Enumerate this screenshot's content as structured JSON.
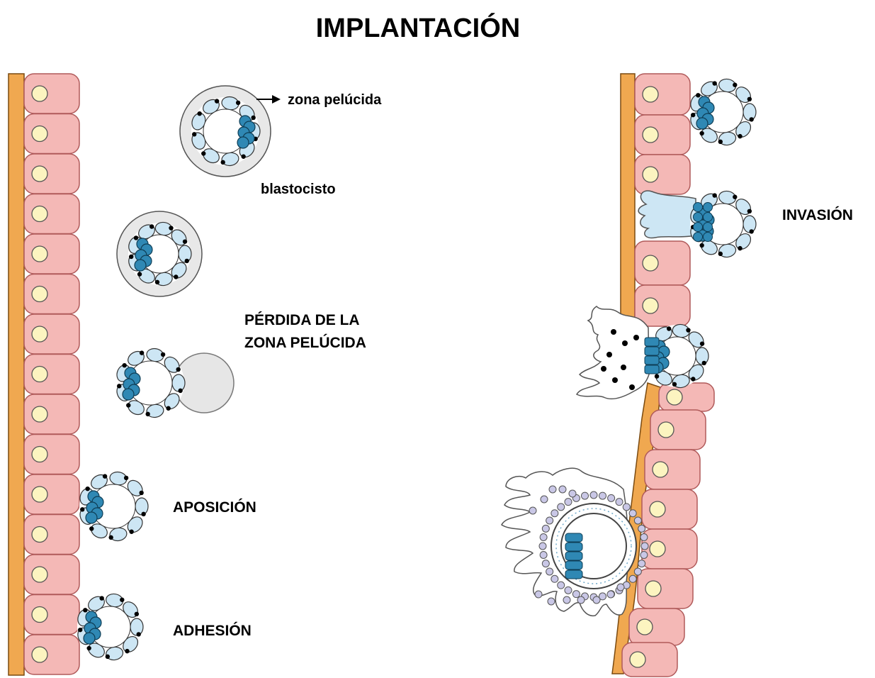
{
  "title": "IMPLANTACIÓN",
  "labels": {
    "zona_pelucida": "zona pelúcida",
    "blastocisto": "blastocisto",
    "perdida_line1": "PÉRDIDA DE LA",
    "perdida_line2": "ZONA PELÚCIDA",
    "aposicion": "APOSICIÓN",
    "adhesion": "ADHESIÓN",
    "invasion": "INVASIÓN"
  },
  "colors": {
    "endometrial_cell_fill": "#f4b8b6",
    "endometrial_cell_stroke": "#b05a5a",
    "nucleus_fill": "#fcf4c0",
    "basal_membrane": "#f0a850",
    "trophoblast_fill": "#cde6f4",
    "inner_cell_mass": "#2f88b4",
    "zona_pelucida_fill": "#e8e8e8",
    "syncytio_dots": "#c9c7e6"
  }
}
